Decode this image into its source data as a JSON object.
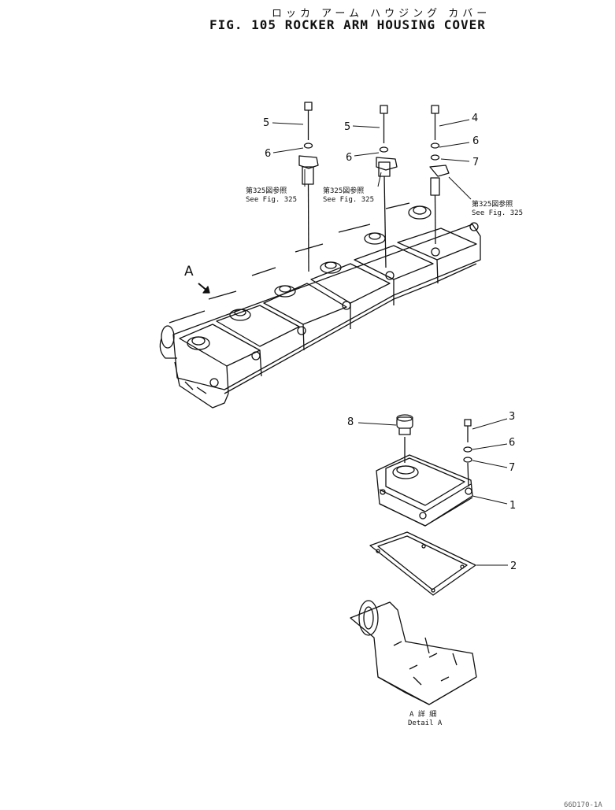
{
  "header": {
    "title_jp": "ロッカ アーム ハウジング カバー",
    "title_en": "FIG. 105  ROCKER ARM HOUSING COVER"
  },
  "callouts": {
    "c1": "1",
    "c2": "2",
    "c3": "3",
    "c4": "4",
    "c5a": "5",
    "c5b": "5",
    "c6a": "6",
    "c6b": "6",
    "c6c": "6",
    "c6d": "6",
    "c7a": "7",
    "c7b": "7",
    "c8": "8",
    "view_a": "A"
  },
  "references": [
    {
      "jp": "第325図参照",
      "en": "See Fig. 325"
    },
    {
      "jp": "第325図参照",
      "en": "See Fig. 325"
    },
    {
      "jp": "第325図参照",
      "en": "See Fig. 325"
    }
  ],
  "detail": {
    "jp": "A 詳 細",
    "en": "Detail A"
  },
  "footer_code": "66D170-1A"
}
